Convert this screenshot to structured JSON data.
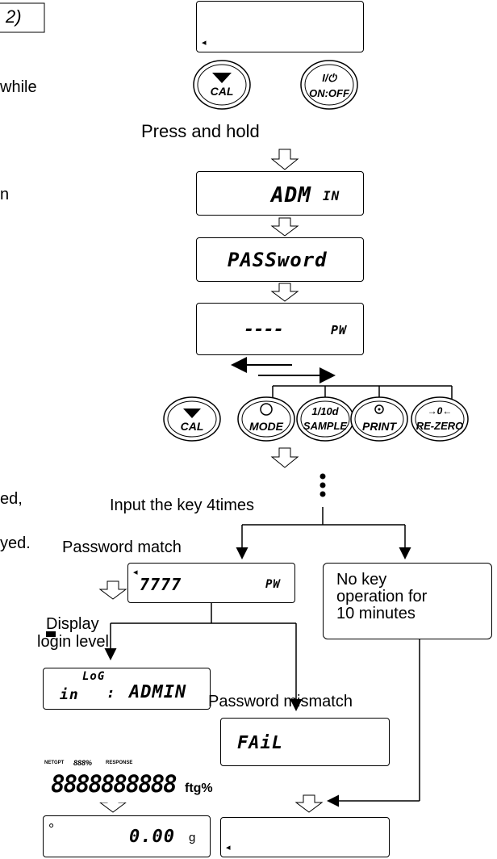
{
  "left_fragments": {
    "corner_box": "2)",
    "while": "while",
    "n": "n",
    "ed": "ed,",
    "yed": "yed."
  },
  "displays": {
    "d1": {
      "pointer": "◂"
    },
    "d2": {
      "main": "ADM",
      "small": "IN"
    },
    "d3": {
      "main": "PASSword"
    },
    "d4": {
      "blink": "----",
      "pw": "PW"
    },
    "d5": {
      "pointer": "◂",
      "main": "7777",
      "pw": "PW"
    },
    "d6": {
      "top": "LoG",
      "bottom_left": "in",
      "colon": ":",
      "main": "ADMIN"
    },
    "d7": {
      "full": "8888888888",
      "netgpt": "NETGPT",
      "pct": "888%",
      "response": "RESPONSE",
      "units": "ftg%"
    },
    "d8": {
      "circle": "°",
      "value": "0.00",
      "unit": "g"
    },
    "d9": {
      "main": "FAiL"
    },
    "d10": {
      "pointer": "◂"
    }
  },
  "keys": {
    "cal_top": "CAL",
    "onoff_top_line1": "I/⏻",
    "onoff_top_line2": "ON:OFF",
    "cal": "CAL",
    "mode": "MODE",
    "sample_line1": "1/10d",
    "sample_line2": "SAMPLE",
    "print": "PRINT",
    "rezero_line1": "→0←",
    "rezero_line2": "RE-ZERO"
  },
  "labels": {
    "press_hold": "Press and hold",
    "input_key": "Input the key 4times",
    "pw_match": "Password  match",
    "no_key": "No key\noperation for\n10 minutes",
    "display_login_line1": "Display",
    "display_login_line2": "login level",
    "pw_mismatch": "Password  mismatch"
  }
}
